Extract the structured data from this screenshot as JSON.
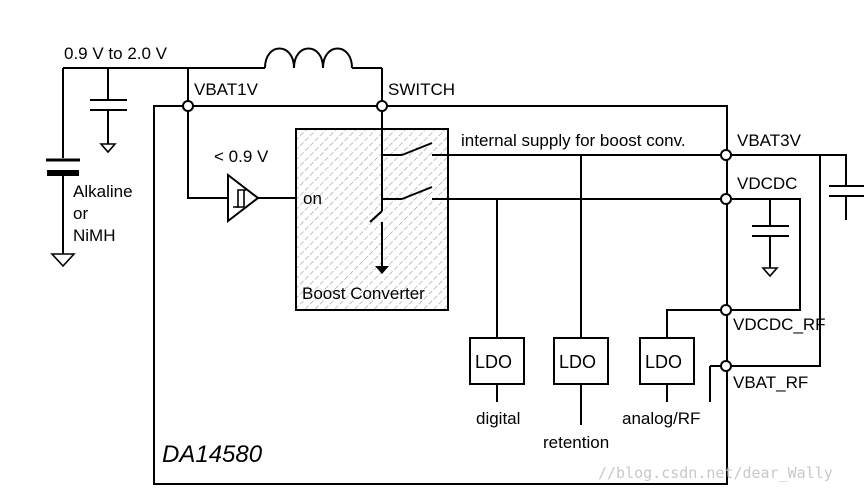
{
  "labels": {
    "supply_range": "0.9 V to 2.0 V",
    "vbat1v": "VBAT1V",
    "switch": "SWITCH",
    "battery_type": [
      "Alkaline",
      "or",
      "NiMH"
    ],
    "threshold": "< 0.9 V",
    "on": "on",
    "boost_converter": "Boost Converter",
    "internal_supply": "internal supply for boost conv.",
    "vbat3v": "VBAT3V",
    "vdcdc": "VDCDC",
    "vdcdc_rf": "VDCDC_RF",
    "vbat_rf": "VBAT_RF",
    "chip_name": "DA14580",
    "ldo_digital": "LDO",
    "ldo_retention": "LDO",
    "ldo_analog": "LDO",
    "digital": "digital",
    "retention": "retention",
    "analog_rf": "analog/RF"
  },
  "watermark": "//blog.csdn.net/dear_Wally"
}
